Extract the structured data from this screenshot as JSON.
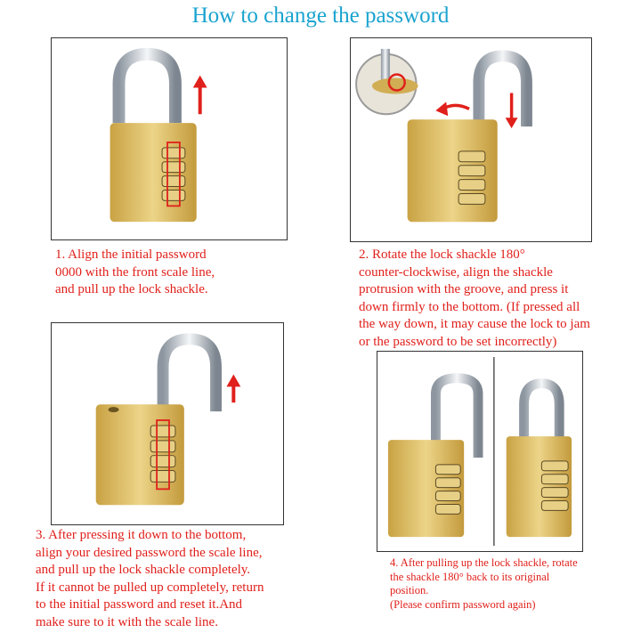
{
  "title": "How to change the password",
  "steps": [
    {
      "caption": "1. Align the initial password\n0000 with the front scale line,\nand pull up the lock shackle."
    },
    {
      "caption": "2. Rotate the lock shackle 180°\ncounter-clockwise, align the shackle\nprotrusion with the groove, and press it\ndown firmly to the bottom. (If pressed all\nthe way down, it may cause the lock to jam\nor the password to be set incorrectly)"
    },
    {
      "caption": "3. After pressing it down to the bottom,\nalign your desired password the scale line,\nand pull up the lock shackle completely.\nIf it cannot be pulled up completely, return\nto the initial password and reset it.And\nmake sure to it with the scale line."
    },
    {
      "caption": "4. After pulling up the lock shackle, rotate\nthe shackle 180° back to its original\nposition.\n(Please confirm password again)"
    }
  ],
  "colors": {
    "title": "#1aa3cf",
    "caption": "#e0201b",
    "arrow": "#e0201b",
    "brass": "#d9b75a"
  },
  "icons": [
    "padlock-illustration",
    "up-arrow-icon",
    "down-arrow-icon",
    "rotate-arrow-icon",
    "zoom-circle-icon"
  ]
}
